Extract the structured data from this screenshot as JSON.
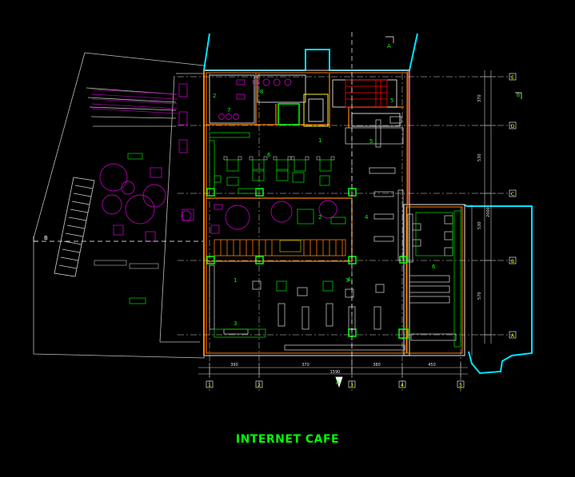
{
  "title": "INTERNET CAFE",
  "colors": {
    "background": "#000000",
    "wall": "#c0c0c0",
    "wall_fill": "#ff7f00",
    "furniture": "#00c800",
    "furniture_alt": "#c000c0",
    "column": "#00ff00",
    "exterior": "#00ffff",
    "grid": "#e0e0e0",
    "stair": "#ff0000",
    "room_label": "#00ff00",
    "title": "#00ff00"
  },
  "grid_axes_bottom": [
    "1",
    "2",
    "3",
    "4",
    "5"
  ],
  "grid_axes_right": [
    "E",
    "D",
    "C",
    "B",
    "A"
  ],
  "dimensions_bottom": [
    "390",
    "370",
    "380",
    "450"
  ],
  "dimension_total_bottom": "1590",
  "dimensions_right": [
    "370",
    "530",
    "530",
    "570"
  ],
  "dimension_total_right": "2000",
  "room_numbers": [
    "1",
    "2",
    "3",
    "4",
    "5",
    "6",
    "7",
    "8",
    "1",
    "2",
    "3",
    "4",
    "5",
    "6"
  ],
  "section_marks": [
    "A",
    "B",
    "A",
    "B"
  ]
}
